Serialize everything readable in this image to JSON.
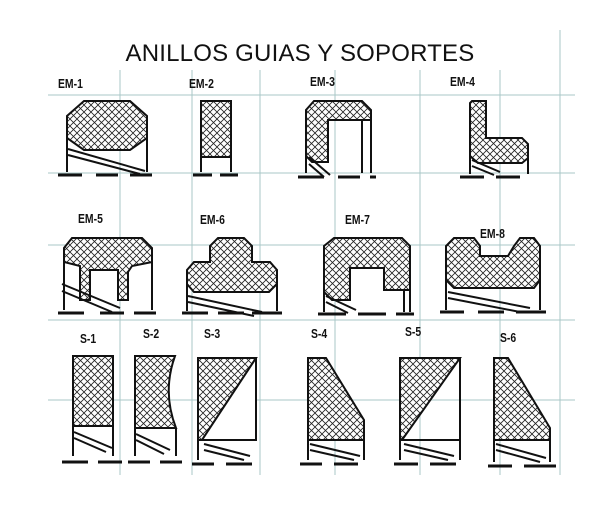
{
  "title": "ANILLOS GUIAS Y SOPORTES",
  "row1": [
    "EM-1",
    "EM-2",
    "EM-3",
    "EM-4"
  ],
  "row2": [
    "EM-5",
    "EM-6",
    "EM-7",
    "EM-8"
  ],
  "row3": [
    "S-1",
    "S-2",
    "S-3",
    "S-4",
    "S-5",
    "S-6"
  ],
  "colors": {
    "ink": "#111111",
    "grid": "#a9c7c7",
    "paper": "#ffffff"
  }
}
